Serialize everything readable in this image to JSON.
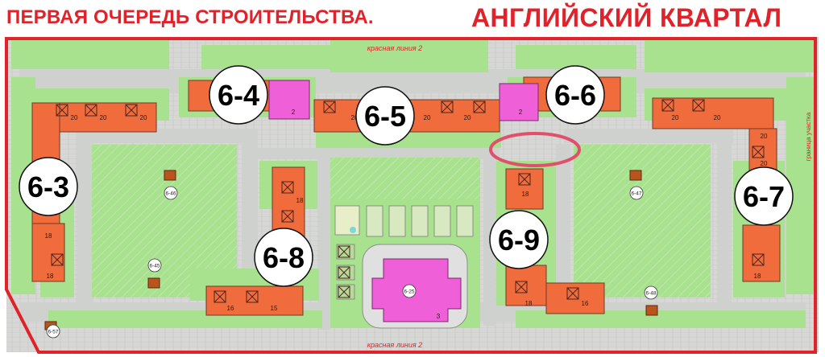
{
  "header": {
    "title_part1": "ПЕРВАЯ ОЧЕРЕДЬ СТРОИТЕЛЬСТВА.",
    "title_part2": "АНГЛИЙСКИЙ КВАРТАЛ"
  },
  "colors": {
    "accent_red": "#e0232b",
    "lawn_green": "#a8e28e",
    "road_grey": "#d4d6d4",
    "building_orange": "#f06c3c",
    "social_pink": "#ee5fd8"
  },
  "map": {
    "red_line_top": "красная линия 2",
    "red_line_bottom": "красная линия 2",
    "red_line_right": "граница участка",
    "plot_labels": [
      "6-3",
      "6-4",
      "6-5",
      "6-6",
      "6-7",
      "6-8",
      "6-9"
    ],
    "small_labels": [
      "6-46",
      "6-45",
      "6-47",
      "6-48",
      "6-25",
      "6-57"
    ],
    "floors": [
      "20",
      "20",
      "20",
      "18",
      "18",
      "18",
      "2",
      "20",
      "20",
      "20",
      "2",
      "18",
      "20",
      "20",
      "20",
      "20",
      "18",
      "18",
      "18",
      "16",
      "15",
      "3",
      "18",
      "18",
      "16"
    ]
  }
}
